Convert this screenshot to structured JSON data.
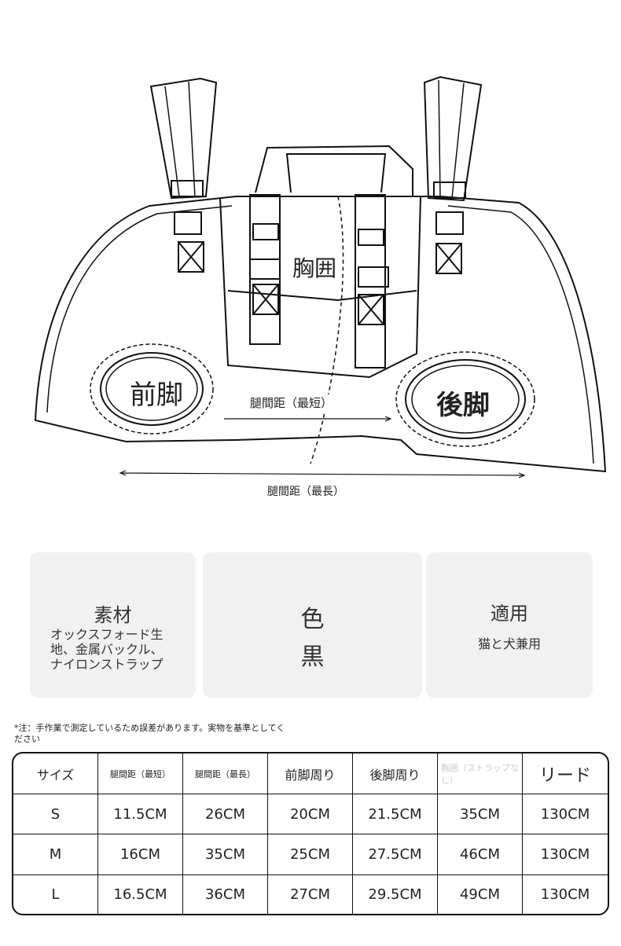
{
  "diagram": {
    "chest_label": "胸囲",
    "front_leg_label": "前脚",
    "rear_leg_label": "後脚",
    "shortest_label": "腿間距（最短）",
    "longest_label": "腿間距（最長）"
  },
  "cards": [
    {
      "title": "素材",
      "text": "オックスフォード生地、金属バックル、ナイロンストラップ"
    },
    {
      "title": "色",
      "text": "黒"
    },
    {
      "title": "適用",
      "text": "猫と犬兼用"
    }
  ],
  "note": "*注：手作業で測定しているため誤差があります。実物を基準としてください",
  "table": {
    "headers": [
      "サイズ",
      "腿間距（最短）",
      "腿間距（最長）",
      "前脚周り",
      "後脚周り",
      "胸囲（ストラップなし）",
      "リード"
    ],
    "rows": [
      [
        "S",
        "11.5CM",
        "26CM",
        "20CM",
        "21.5CM",
        "35CM",
        "130CM"
      ],
      [
        "M",
        "16CM",
        "35CM",
        "25CM",
        "27.5CM",
        "46CM",
        "130CM"
      ],
      [
        "L",
        "16.5CM",
        "36CM",
        "27CM",
        "29.5CM",
        "49CM",
        "130CM"
      ]
    ]
  }
}
